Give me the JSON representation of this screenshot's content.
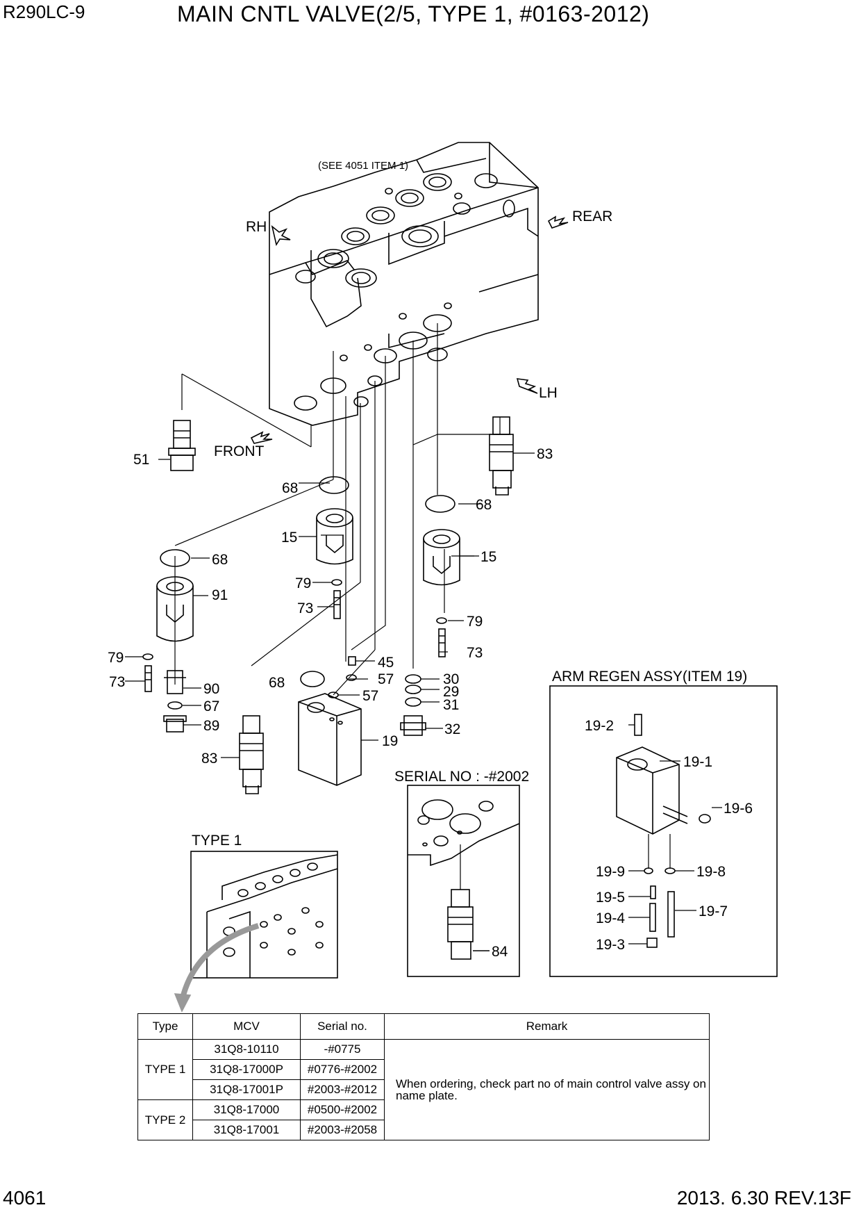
{
  "header": {
    "model": "R290LC-9",
    "title": "MAIN CNTL VALVE(2/5, TYPE 1, #0163-2012)"
  },
  "footer": {
    "page": "4061",
    "revision": "2013. 6.30  REV.13F"
  },
  "diagram": {
    "reference_note": "(SEE 4051 ITEM 1)",
    "directions": {
      "rh": "RH",
      "rear": "REAR",
      "lh": "LH",
      "front": "FRONT"
    },
    "callouts": {
      "c51": "51",
      "c83a": "83",
      "c68a": "68",
      "c68b": "68",
      "c68c": "68",
      "c68d": "68",
      "c15a": "15",
      "c15b": "15",
      "c79a": "79",
      "c79b": "79",
      "c79c": "79",
      "c73a": "73",
      "c73b": "73",
      "c73c": "73",
      "c91": "91",
      "c90": "90",
      "c67": "67",
      "c89": "89",
      "c45": "45",
      "c57a": "57",
      "c57b": "57",
      "c30": "30",
      "c29": "29",
      "c31": "31",
      "c32": "32",
      "c19": "19",
      "c83b": "83",
      "c84": "84"
    },
    "arm_regen": {
      "title": "ARM REGEN ASSY(ITEM 19)",
      "callouts": {
        "c19_1": "19-1",
        "c19_2": "19-2",
        "c19_3": "19-3",
        "c19_4": "19-4",
        "c19_5": "19-5",
        "c19_6": "19-6",
        "c19_7": "19-7",
        "c19_8": "19-8",
        "c19_9": "19-9"
      }
    },
    "serial_inset": {
      "title": "SERIAL NO : -#2002"
    },
    "type1_inset": {
      "title": "TYPE 1"
    }
  },
  "table": {
    "headers": [
      "Type",
      "MCV",
      "Serial no.",
      "Remark"
    ],
    "groups": [
      {
        "type": "TYPE 1",
        "rows": [
          {
            "mcv": "31Q8-10110",
            "serial": "-#0775"
          },
          {
            "mcv": "31Q8-17000P",
            "serial": "#0776-#2002"
          },
          {
            "mcv": "31Q8-17001P",
            "serial": "#2003-#2012"
          }
        ]
      },
      {
        "type": "TYPE 2",
        "rows": [
          {
            "mcv": "31Q8-17000",
            "serial": "#0500-#2002"
          },
          {
            "mcv": "31Q8-17001",
            "serial": "#2003-#2058"
          }
        ]
      }
    ],
    "remark": "When ordering, check part no of main control valve assy on name plate."
  }
}
